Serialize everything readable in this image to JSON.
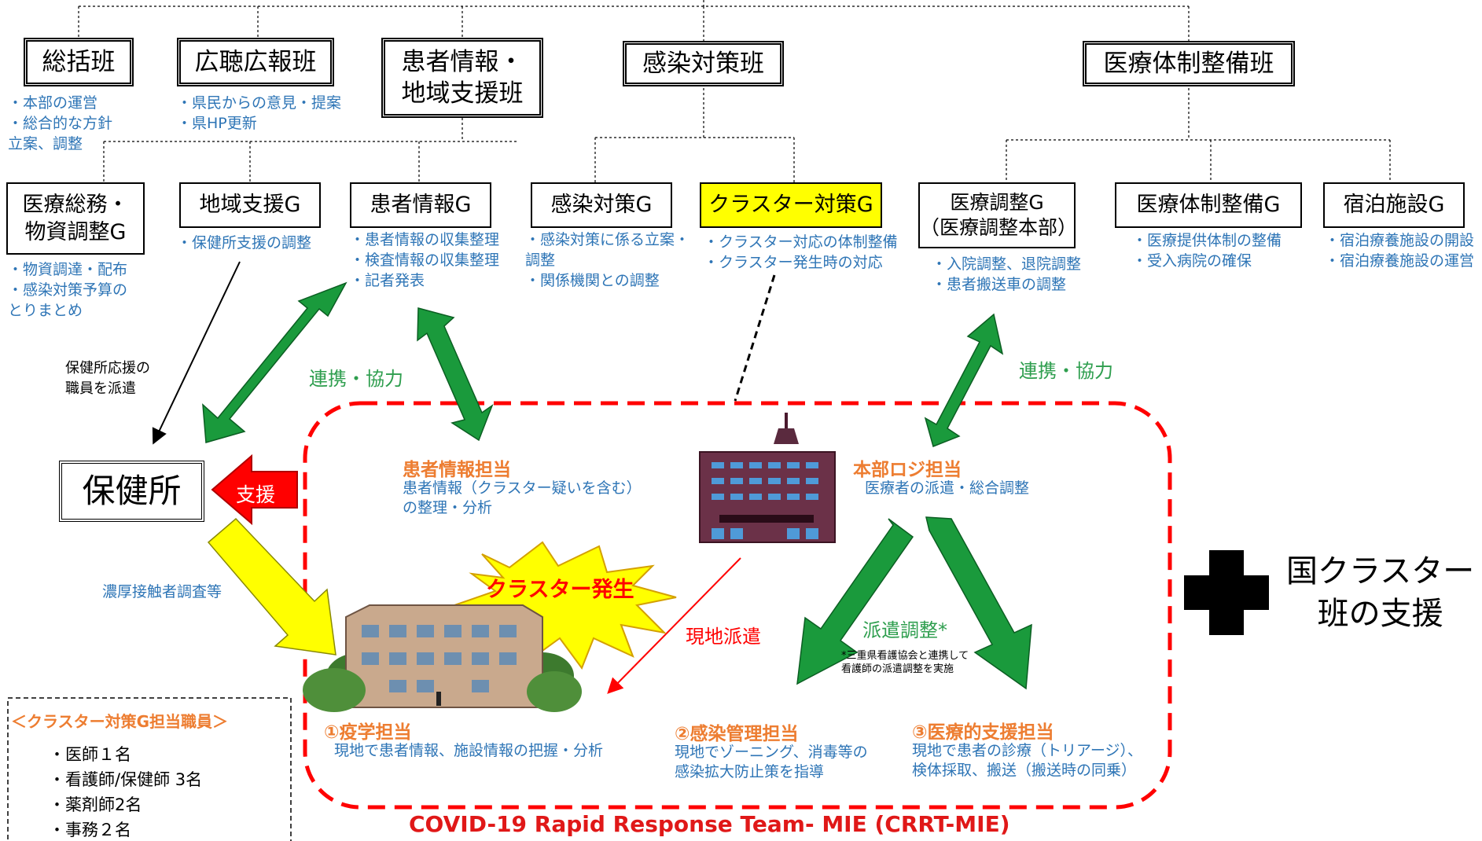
{
  "colors": {
    "orange": "#ed7d31",
    "blue": "#2e75b6",
    "green": "#1a9a3c",
    "red": "#ff0000",
    "yellow": "#ffff00",
    "highlight": "#ffff00"
  },
  "teams": {
    "t1": {
      "title": "総括班",
      "desc": "・本部の運営\n・総合的な方針\n立案、調整"
    },
    "t2": {
      "title": "広聴広報班",
      "desc": "・県民からの意見・提案\n・県HP更新"
    },
    "t3": {
      "title": "患者情報・\n地域支援班"
    },
    "t4": {
      "title": "感染対策班"
    },
    "t5": {
      "title": "医療体制整備班"
    }
  },
  "groups": {
    "g1": {
      "title": "医療総務・\n物資調整G",
      "desc": "・物資調達・配布\n・感染対策予算の\nとりまとめ"
    },
    "g2": {
      "title": "地域支援G",
      "desc": "・保健所支援の調整"
    },
    "g3": {
      "title": "患者情報G",
      "desc": "・患者情報の収集整理\n・検査情報の収集整理\n・記者発表"
    },
    "g4": {
      "title": "感染対策G",
      "desc": "・感染対策に係る立案・\n調整\n・関係機関との調整"
    },
    "g5": {
      "title": "クラスター対策G",
      "desc": "・クラスター対応の体制整備\n・クラスター発生時の対応"
    },
    "g6": {
      "title": "医療調整G\n（医療調整本部）",
      "desc": "・入院調整、退院調整\n・患者搬送車の調整"
    },
    "g7": {
      "title": "医療体制整備G",
      "desc": "・医療提供体制の整備\n・受入病院の確保"
    },
    "g8": {
      "title": "宿泊施設G",
      "desc": "・宿泊療養施設の開設\n・宿泊療養施設の運営"
    }
  },
  "labels": {
    "health_center": "保健所",
    "dispatch_staff": "保健所応援の\n職員を派遣",
    "cooperation_left": "連携・協力",
    "cooperation_right": "連携・協力",
    "support": "支援",
    "contact_survey": "濃厚接触者調査等",
    "cluster_outbreak": "クラスター発生",
    "onsite_dispatch": "現地派遣",
    "dispatch_coord": "派遣調整*",
    "dispatch_note": "*三重県看護協会と連携して\n看護師の派遣調整を実施",
    "national_support": "国クラスター\n班の支援",
    "team_name": "COVID-19 Rapid Response Team- MIE (CRRT-MIE)"
  },
  "roles": {
    "patient_info": {
      "title": "患者情報担当",
      "desc": "患者情報（クラスター疑いを含む）\nの整理・分析"
    },
    "logistics": {
      "title": "本部ロジ担当",
      "desc": "医療者の派遣・総合調整"
    },
    "epidemiology": {
      "title": "①疫学担当",
      "desc": "現地で患者情報、施設情報の把握・分析"
    },
    "infection_control": {
      "title": "②感染管理担当",
      "desc": "現地でゾーニング、消毒等の\n感染拡大防止策を指導"
    },
    "medical_support": {
      "title": "③医療的支援担当",
      "desc": "現地で患者の診療（トリアージ）、\n検体採取、搬送（搬送時の同乗）"
    }
  },
  "staff": {
    "title": "＜クラスター対策G担当職員＞",
    "items": [
      "・医師１名",
      "・看護師/保健師 3名",
      "・薬剤師2名",
      "・事務２名"
    ]
  }
}
